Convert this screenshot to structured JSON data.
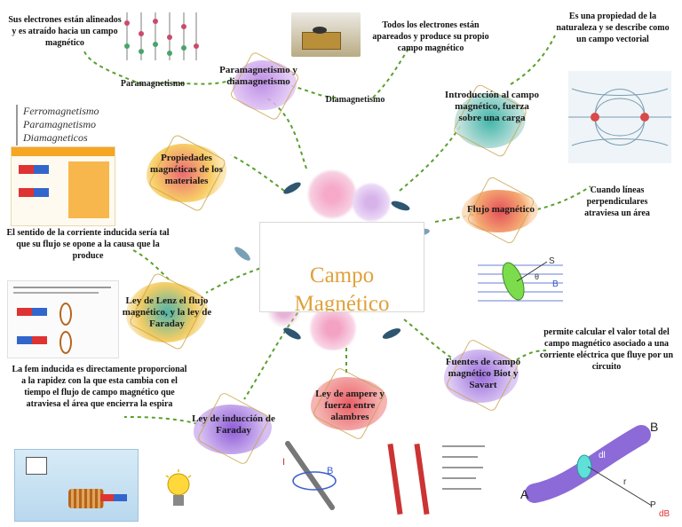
{
  "center": {
    "title_line1": "Campo",
    "title_line2": "Magnético"
  },
  "topics": {
    "paramag_diamag": "Paramagnetismo y diamagnetismo",
    "intro": "Introducción al campo magnético, fuerza sobre una carga",
    "propiedades": "Propiedades magnéticas de los materiales",
    "flujo": "Flujo magnético",
    "lenz": "Ley de Lenz el flujo magnético, y la ley de Faraday",
    "biot": "Fuentes de campo magnético Biot y Savart",
    "ampere": "Ley de ampere y fuerza entre alambres",
    "faraday": "Ley de inducción de Faraday"
  },
  "subtopics": {
    "paramagnetismo": "Paramagnetismo",
    "diamagnetismo": "Diamagnetismo"
  },
  "notes": {
    "para_desc": "Sus electrones están alineados y es atraído hacia un campo magnético",
    "dia_desc": "Todos los electrones están apareados y produce su propio campo magnético",
    "intro_desc": "Es una propiedad de la naturaleza y se describe como un campo vectorial",
    "flujo_desc": "Cuando líneas perpendiculares atraviesa un área",
    "lenz_desc": "El sentido de la corriente inducida sería tal que su flujo se opone a la causa que la produce",
    "biot_desc": "permite calcular el valor total del campo magnético asociado a una corriente eléctrica que fluye por un circuito",
    "faraday_desc": "La fem inducida es directamente proporcional a la rapidez con la que esta cambia con el tiempo el flujo de campo magnético que atraviesa el área que encierra la espira"
  },
  "materials_list": [
    "Ferromagnetismo",
    "Paramagnetismo",
    "Diamagneticos"
  ],
  "figure_labels": {
    "s_vec": "S",
    "theta": "θ",
    "b_vec": "B",
    "point_a": "A",
    "point_b": "B",
    "dl": "dl",
    "r": "r",
    "point_p": "P",
    "db": "dB",
    "current_i": "I",
    "field_b": "B"
  },
  "colors": {
    "link": "#5aa02c",
    "center_title": "#e0a13a",
    "frame": "#c9a24a"
  }
}
